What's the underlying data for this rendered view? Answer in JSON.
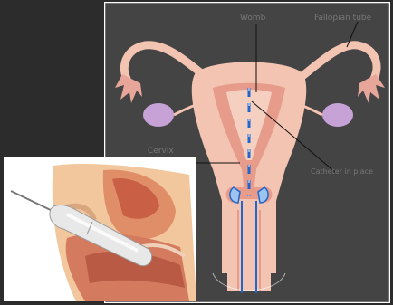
{
  "diagram": {
    "labels": {
      "womb": "Womb",
      "fallopian_tube": "Fallopian tube",
      "cervix_left": "Cervix",
      "cervix_right": "Catheter in place"
    }
  },
  "colors": {
    "background": "#2c2c2c",
    "uterus_panel": "#444444",
    "panel_border": "#ffffff",
    "tissue": "#f2c4b1",
    "tissue_inner": "#e79b8b",
    "ovary": "#c7a2d6",
    "catheter": "#2266cc"
  },
  "icons": [
    "uterus-illustration",
    "pelvis-cross-section-illustration",
    "ultrasound-probe-icon"
  ]
}
